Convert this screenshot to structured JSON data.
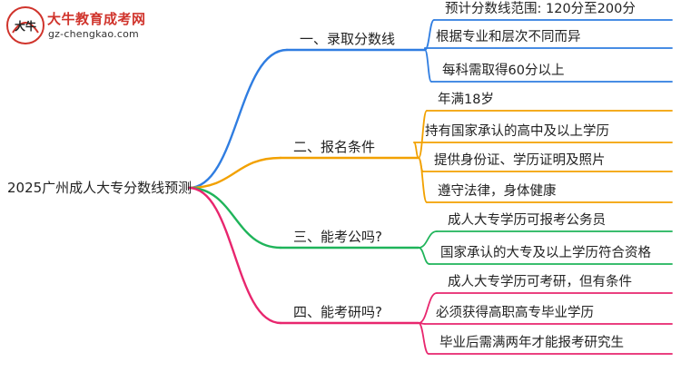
{
  "logo": {
    "title": "大牛教育成考网",
    "url": "gz-chengkao.com",
    "mark_glyph": "大牛"
  },
  "root": "2025广州成人大专分数线预测",
  "branches": [
    {
      "label": "一、录取分数线",
      "color": "#2f7de1",
      "leaves": [
        "预计分数线范围: 120分至200分",
        "根据专业和层次不同而异",
        "每科需取得60分以上"
      ]
    },
    {
      "label": "二、报名条件",
      "color": "#f2a100",
      "leaves": [
        "年满18岁",
        "持有国家承认的高中及以上学历",
        "提供身份证、学历证明及照片",
        "遵守法律，身体健康"
      ]
    },
    {
      "label": "三、能考公吗?",
      "color": "#1fb45a",
      "leaves": [
        "成人大专学历可报考公务员",
        "国家承认的大专及以上学历符合资格"
      ]
    },
    {
      "label": "四、能考研吗?",
      "color": "#e8266e",
      "leaves": [
        "成人大专学历可考研，但有条件",
        "必须获得高职高专毕业学历",
        "毕业后需满两年才能报考研究生"
      ]
    }
  ]
}
